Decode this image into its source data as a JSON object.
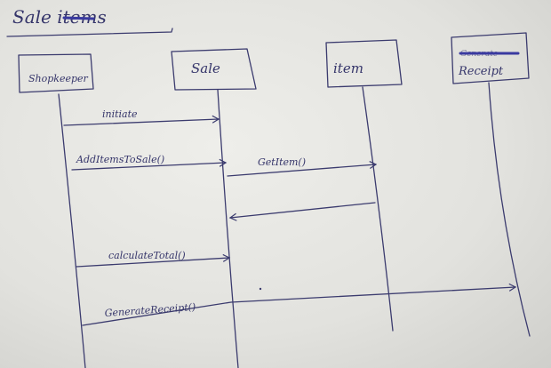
{
  "diagram": {
    "title": "Sale items",
    "title_strikethrough": "to",
    "participants": [
      {
        "id": "shopkeeper",
        "label": "Shopkeeper"
      },
      {
        "id": "sale",
        "label": "Sale"
      },
      {
        "id": "item",
        "label": "item"
      },
      {
        "id": "receipt",
        "label": "Receipt",
        "strikethrough": "Generate"
      }
    ],
    "messages": [
      {
        "from": "shopkeeper",
        "to": "sale",
        "label": "initiate"
      },
      {
        "from": "shopkeeper",
        "to": "sale",
        "label": "AddItemsToSale()"
      },
      {
        "from": "sale",
        "to": "item",
        "label": "GetItem()"
      },
      {
        "from": "item",
        "to": "sale",
        "label": ""
      },
      {
        "from": "shopkeeper",
        "to": "sale",
        "label": "calculateTotal()"
      },
      {
        "from": "shopkeeper",
        "to": "receipt",
        "label": "GenerateReceipt()"
      }
    ],
    "ink_color": "#3b3b6e"
  }
}
